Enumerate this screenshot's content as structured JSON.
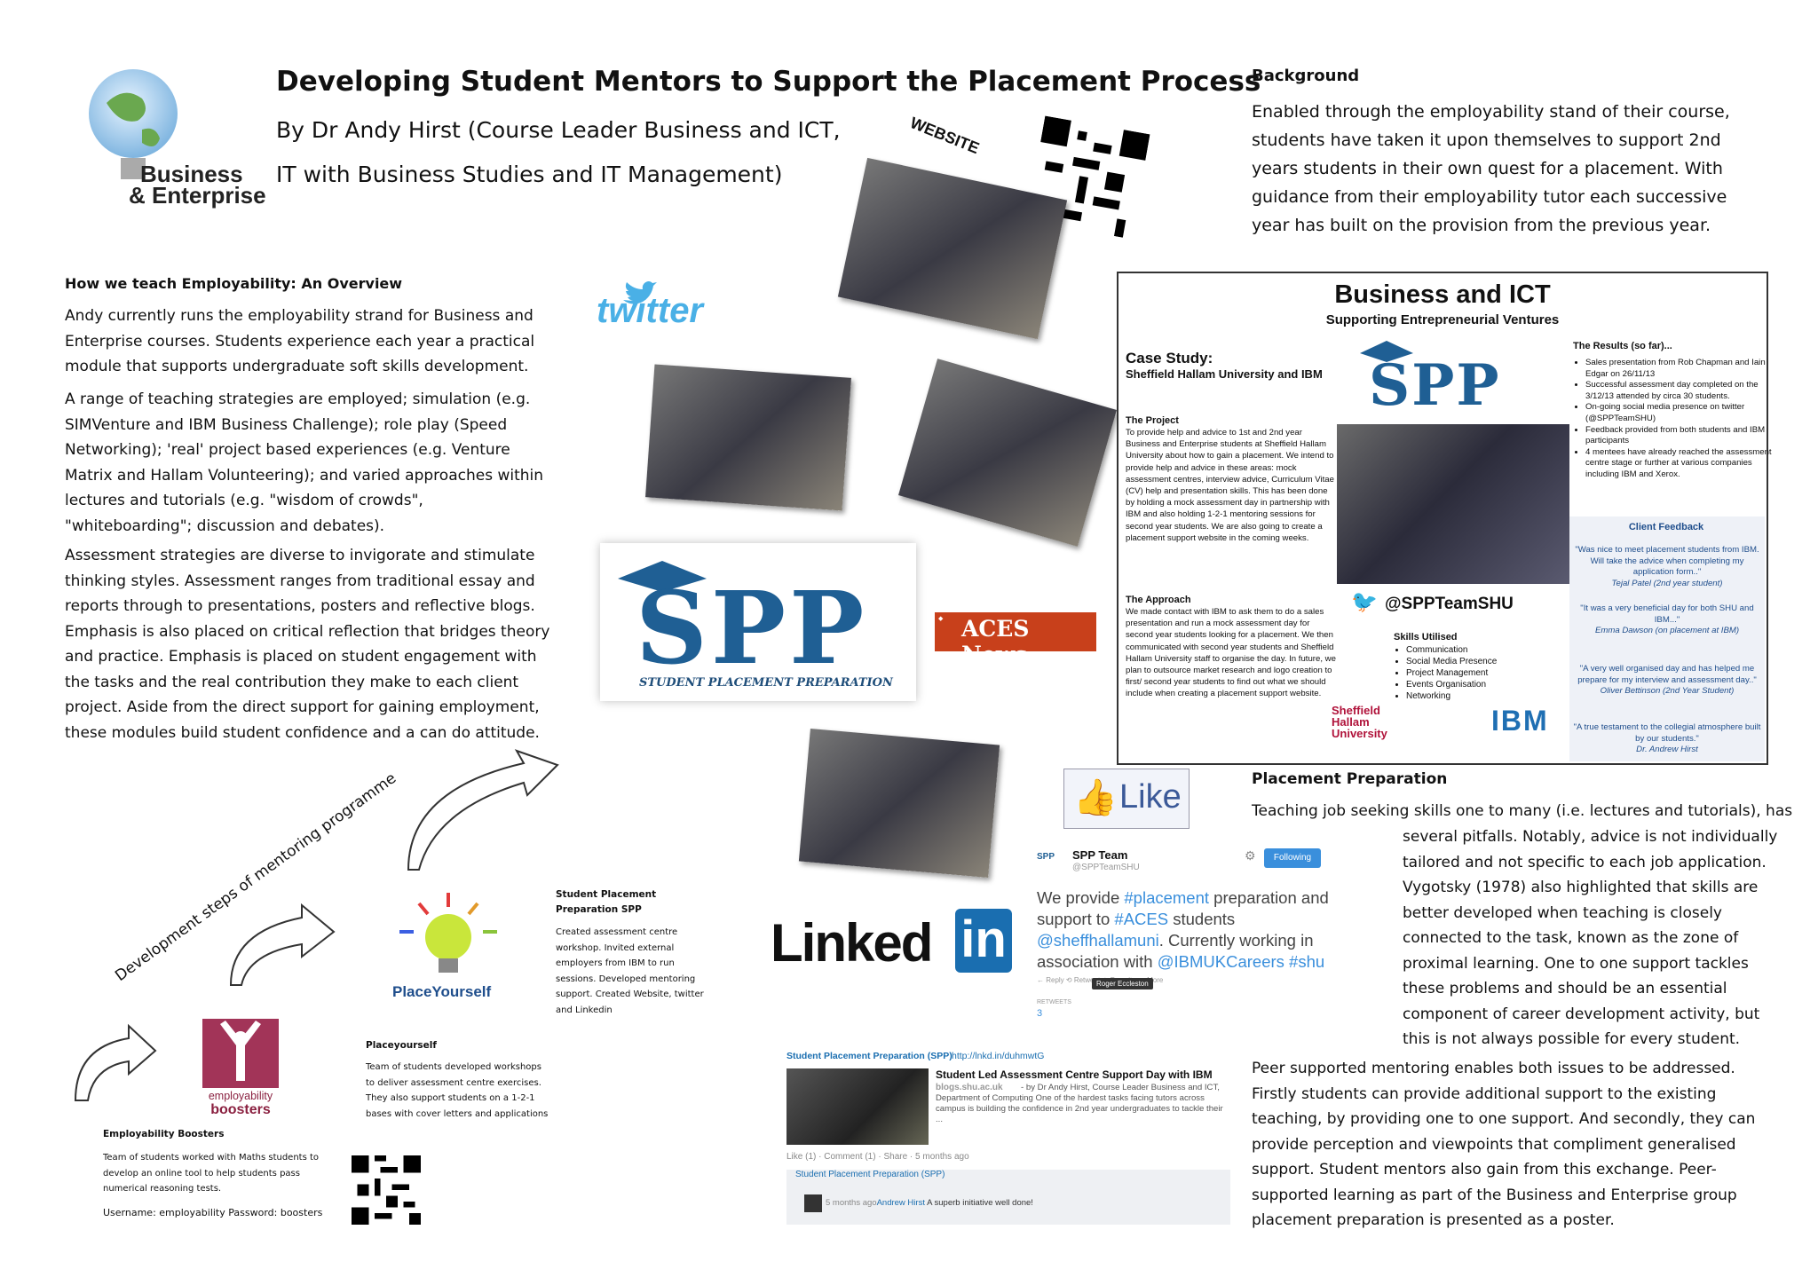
{
  "header": {
    "title": "Developing Student Mentors to Support the Placement Process",
    "author_line1": "By Dr Andy Hirst (Course Leader Business and ICT,",
    "author_line2": "IT with Business Studies and IT Management)",
    "logo_line1": "Business",
    "logo_line2": "& Enterprise"
  },
  "overview": {
    "heading": "How we teach Employability: An Overview",
    "p1": "Andy currently runs the employability strand for Business and Enterprise courses. Students experience each year a practical module that supports undergraduate soft skills development.",
    "p2": "A range of teaching strategies are employed; simulation (e.g. SIMVenture and IBM Business Challenge); role play (Speed Networking); 'real' project based experiences (e.g. Venture Matrix and Hallam Volunteering); and varied approaches within lectures and tutorials (e.g. \"wisdom of crowds\", \"whiteboarding\"; discussion and debates).",
    "p3": "Assessment strategies are diverse to invigorate and stimulate thinking styles. Assessment ranges from traditional essay and reports through to presentations, posters and reflective blogs. Emphasis is also placed on critical reflection that bridges theory and practice. Emphasis is placed on student engagement with the tasks and the real contribution they make to each client project. Aside from the direct support for gaining employment, these modules build student confidence and a can do attitude."
  },
  "background": {
    "heading": "Background",
    "text": "Enabled through the employability stand of their course, students have taken it upon themselves to support 2nd years students in their own quest for a placement. With guidance from their employability  tutor each successive year has built on the provision from the previous year."
  },
  "placement": {
    "heading": "Placement Preparation",
    "p1_first": "Teaching job seeking skills one to many (i.e. lectures and tutorials), has",
    "p1_rest": "several pitfalls. Notably, advice is not individually tailored and not specific to each job application. Vygotsky (1978) also highlighted that skills are better developed when teaching is closely connected to the task, known as the zone of proximal learning.  One to one support tackles these problems and should be an essential component of career development activity, but this is not always possible for every student.",
    "p2": "Peer supported mentoring enables both issues to be addressed. Firstly students can provide additional support to the existing teaching, by providing one to one support. And secondly, they can provide perception and viewpoints that compliment generalised support. Student mentors also gain from this exchange.  Peer-supported learning as part of the Business and Enterprise group placement preparation is presented as a poster."
  },
  "case_poster": {
    "title": "Business and ICT",
    "subtitle": "Supporting Entrepreneurial Ventures",
    "case_heading": "Case Study:",
    "case_sub": "Sheffield Hallam University and IBM",
    "project_heading": "The Project",
    "project_text": "To provide help and advice to 1st and 2nd year Business and Enterprise students at Sheffield Hallam University about how to gain a placement.  We intend to provide help and advice in these areas: mock assessment centres, interview advice, Curriculum Vitae (CV) help and presentation skills. This has been done by holding a mock assessment day in partnership with IBM and also holding 1-2-1 mentoring sessions for second year students. We are also going to create a placement support website in the coming weeks.",
    "approach_heading": "The Approach",
    "approach_text": "We made contact with IBM to ask them to do a sales presentation and run a mock assessment day for second year students looking for a placement.  We then communicated with second year students and Sheffield Hallam University staff to organise the day. In future, we plan to outsource market research and logo creation to first/ second year students to find out what we should include when creating a placement support website.",
    "results_heading": "The Results (so far)...",
    "results": [
      "Sales presentation  from Rob Chapman and Iain Edgar on 26/11/13",
      "Successful assessment day completed on the 3/12/13 attended by circa 30 students.",
      "On-going social media presence on twitter (@SPPTeamSHU)",
      "Feedback provided from both students and IBM participants",
      "4 mentees have already reached the assessment centre stage or further at various companies including  IBM and Xerox."
    ],
    "feedback_heading": "Client Feedback",
    "quotes": [
      {
        "text": "\"Was nice to meet placement students from IBM. Will take the advice when completing my application form..\"",
        "author": "Tejal Patel (2nd year student)"
      },
      {
        "text": "\"It was a very beneficial day for both SHU and IBM...\"",
        "author": "Emma Dawson (on placement at IBM)"
      },
      {
        "text": "\"A very well organised day and has helped me prepare for my interview and assessment day..\"",
        "author": "Oliver Bettinson (2nd Year Student)"
      },
      {
        "text": "\"A true testament to the collegial atmosphere built by our students.\"",
        "author": "Dr. Andrew Hirst"
      }
    ],
    "handle": "@SPPTeamSHU",
    "skills_heading": "Skills Utilised",
    "skills": [
      "Communication",
      "Social Media Presence",
      "Project Management",
      "Events Organisation",
      "Networking"
    ],
    "shu_line1": "Sheffield",
    "shu_line2": "Hallam",
    "shu_line3": "University",
    "ibm": "IBM"
  },
  "logos": {
    "website": "WEBSITE",
    "twitter": "twitter",
    "spp_big": "SPP",
    "spp_tagline": "STUDENT PLACEMENT PREPARATION",
    "aces": "ACES News",
    "linkedin": "Linked",
    "linkedin_in": "in",
    "like": "Like",
    "placeyourself": "PlaceYourself",
    "eb_line1": "employability",
    "eb_line2": "boosters"
  },
  "tweet": {
    "name": "SPP Team",
    "handle": "@SPPTeamSHU",
    "follow": "Following",
    "text_a": "We provide ",
    "tag1": "#placement",
    "text_b": " preparation and support to ",
    "tag2": "#ACES",
    "text_c": " students ",
    "tag3": "@sheffhallamuni",
    "text_d": ". Currently working in association with ",
    "tag4": "@IBMUKCareers",
    "tag5": " #shu",
    "actions": "← Reply   ⟲ Retweet   ★ Favorite   ··· More",
    "tooltip": "Roger Eccleston",
    "retweets_label": "RETWEETS",
    "retweets": "3"
  },
  "linkedin_post": {
    "group": "Student Placement Preparation (SPP)",
    "url": "http://lnkd.in/duhmwtG",
    "title": "Student Led Assessment Centre Support Day with IBM",
    "source": "blogs.shu.ac.uk",
    "desc": "- by Dr Andy Hirst, Course Leader Business and ICT, Department of Computing One of the hardest tasks facing tutors across campus is building the confidence in 2nd year undergraduates to tackle their ...",
    "actions": "Like (1)  ·  Comment (1)  ·  Share  ·  5 months ago",
    "comment_group": "Student Placement Preparation (SPP)",
    "comment_time": "5 months ago",
    "comment_author": "Andrew Hirst",
    "comment_text": " A superb initiative well done!"
  },
  "mentoring": {
    "arc_label": "Development steps of mentoring programme",
    "spp_heading": "Student Placement Preparation SPP",
    "spp_text": "Created assessment centre workshop. Invited external employers from IBM to run sessions. Developed mentoring support. Created Website, twitter and Linkedin",
    "py_heading": "Placeyourself",
    "py_text": "Team of students developed workshops to deliver assessment centre exercises. They also support students on a 1-2-1 bases with cover letters and applications",
    "eb_heading": "Employability Boosters",
    "eb_text": "Team of students worked with Maths students to develop an online tool to help students pass numerical reasoning tests.",
    "eb_login": "Username: employability Password: boosters"
  }
}
